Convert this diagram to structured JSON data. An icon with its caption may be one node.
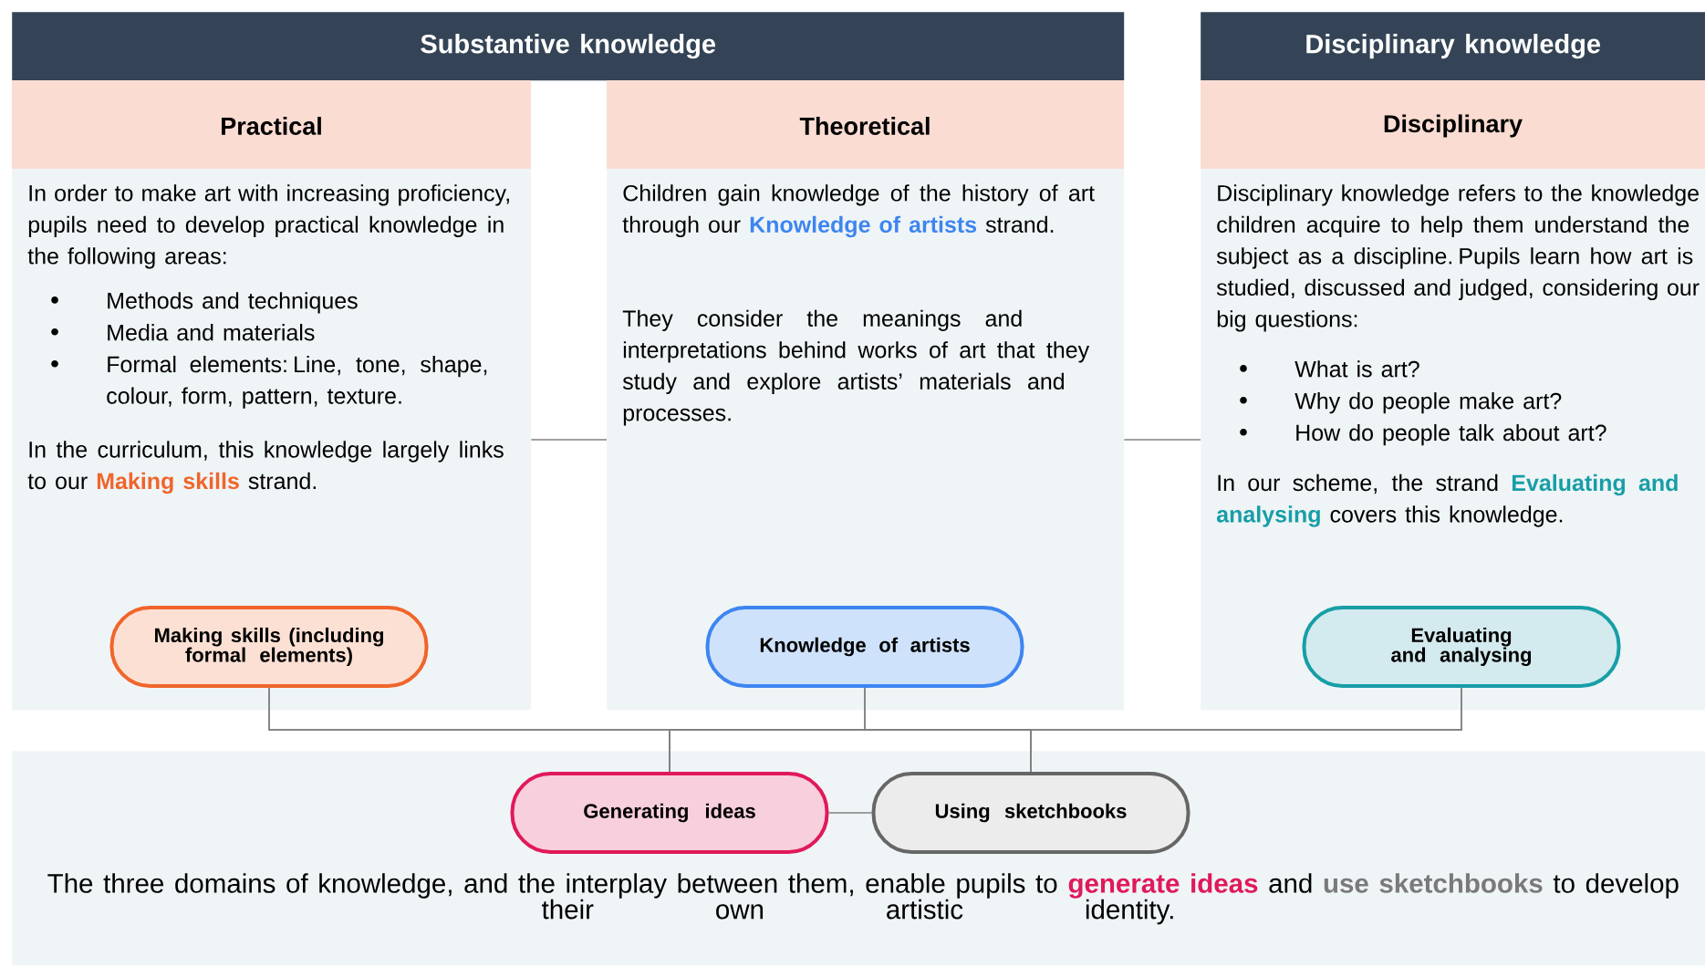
{
  "diagram": {
    "nodes": [
      {
        "text": [
          "Substantive knowledge"
        ]
      },
      {
        "text": [
          "Disciplinary knowledge"
        ]
      },
      {
        "text": [
          "Practical",
          "In order to make art with increasing proficiency, pupils need to develop practical knowledge in the following areas:",
          "Methods and techniques",
          "Media and materials",
          "Formal elements: Line, tone, shape, colour, form, pattern, texture.",
          "In the curriculum, this knowledge largely links to our **Making skills** strand."
        ]
      },
      {
        "text": [
          "Theoretical",
          "Children gain knowledge of the history of art through our **Knowledge of artists** strand.",
          "They consider the meanings and interpretations behind works of art that they study and explore artists’ materials and processes."
        ]
      },
      {
        "text": [
          "Disciplinary",
          "Disciplinary knowledge refers to the knowledge children acquire to help them understand the subject as a discipline. Pupils learn how art is studied, discussed and judged, considering our big questions:",
          "What is art?",
          "Why do people make art?",
          "How do people talk about art?",
          "In our scheme, the strand **Evaluating and analysing** covers this knowledge."
        ]
      },
      {
        "text": [
          "Making skills (including formal elements)"
        ],
        "in": 2
      },
      {
        "text": [
          "Knowledge of artists"
        ],
        "in": 3
      },
      {
        "text": [
          "Evaluating and analysing"
        ],
        "in": 4
      },
      {
        "text": [
          "The three domains of knowledge, and the interplay between them, enable pupils to **generate ideas** and **use sketchbooks** to develop their own artistic identity."
        ]
      },
      {
        "text": [
          "Generating ideas"
        ],
        "in": 8
      },
      {
        "text": [
          "Using sketchbooks"
        ],
        "in": 8
      }
    ],
    "edges": [
      {
        "from": 2,
        "to": 3,
        "arrow": "none"
      },
      {
        "from": 3,
        "to": 4,
        "arrow": "none"
      },
      {
        "from": 5,
        "to": 9,
        "arrow": "none"
      },
      {
        "from": 5,
        "to": 10,
        "arrow": "none"
      },
      {
        "from": 6,
        "to": 9,
        "arrow": "none"
      },
      {
        "from": 6,
        "to": 10,
        "arrow": "none"
      },
      {
        "from": 7,
        "to": 9,
        "arrow": "none"
      },
      {
        "from": 7,
        "to": 10,
        "arrow": "none"
      },
      {
        "from": 9,
        "to": 10,
        "arrow": "none"
      }
    ]
  }
}
